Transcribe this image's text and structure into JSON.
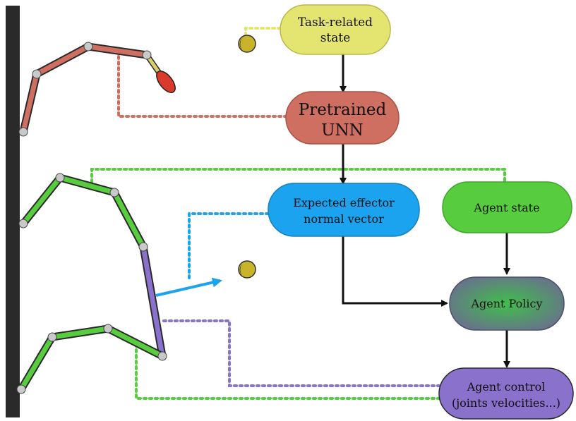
{
  "colors": {
    "task_state": "#e4e570",
    "unn": "#cf6f62",
    "effector": "#1ca3ef",
    "agent_state": "#56cc3e",
    "policy_edge": "#6a6f8e",
    "policy_center": "#3fbf4a",
    "control": "#8a71cc",
    "wall": "#2a2a2a",
    "arm_red": "#cf6f62",
    "arm_green": "#56cc3e",
    "arm_purple": "#8a71cc",
    "ball": "#c8b42a",
    "joint": "#c9c9c9"
  },
  "nodes": {
    "task_state": {
      "lines": [
        "Task-related",
        "state"
      ]
    },
    "unn": {
      "lines": [
        "Pretrained",
        "UNN"
      ]
    },
    "effector": {
      "lines": [
        "Expected effector",
        "normal vector"
      ]
    },
    "agent_state": {
      "lines": [
        "Agent state"
      ]
    },
    "policy": {
      "lines": [
        "Agent Policy"
      ]
    },
    "control": {
      "lines": [
        "Agent control",
        "(joints velocities...)"
      ]
    }
  }
}
